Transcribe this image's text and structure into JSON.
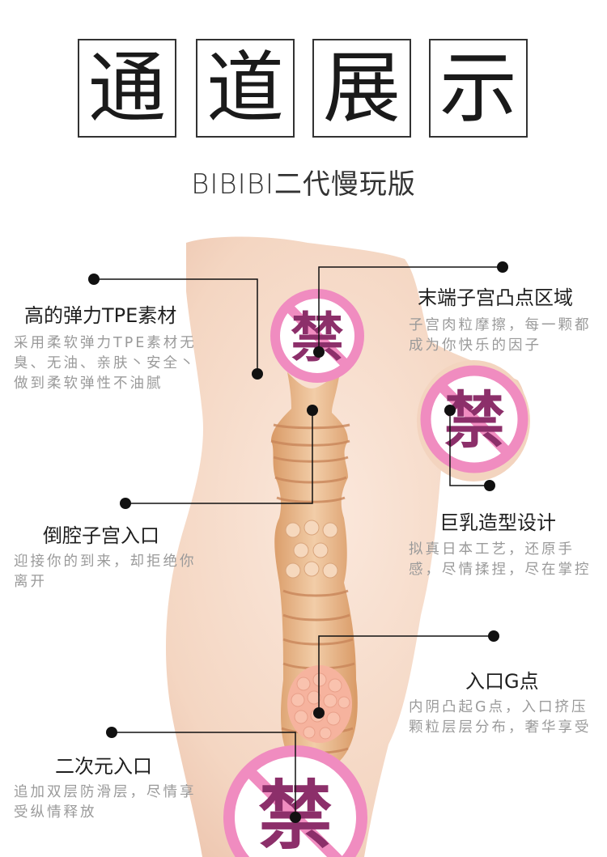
{
  "title_chars": [
    "通",
    "道",
    "展",
    "示"
  ],
  "subtitle": "BIBIBI二代慢玩版",
  "censor_char": "禁",
  "features": [
    {
      "label": "高的弹力TPE素材",
      "desc": "采用柔软弹力TPE素材无臭、无油、亲肤丶安全丶做到柔软弹性不油腻"
    },
    {
      "label": "末端子宫凸点区域",
      "desc": "子宫肉粒摩擦，每一颗都成为你快乐的因子"
    },
    {
      "label": "倒腔子宫入口",
      "desc": "迎接你的到来，却拒绝你离开"
    },
    {
      "label": "巨乳造型设计",
      "desc": "拟真日本工艺，还原手感，尽情揉捏，尽在掌控"
    },
    {
      "label": "入口G点",
      "desc": "内阴凸起G点，入口挤压颗粒层层分布，奢华享受"
    },
    {
      "label": "二次元入口",
      "desc": "追加双层防滑层，尽情享受纵情释放"
    }
  ],
  "colors": {
    "skin": "#f6dccb",
    "channel": "#e8b98e",
    "censor_ring": "#f08cc0",
    "censor_text": "#8c2f6a",
    "line": "#111111"
  }
}
